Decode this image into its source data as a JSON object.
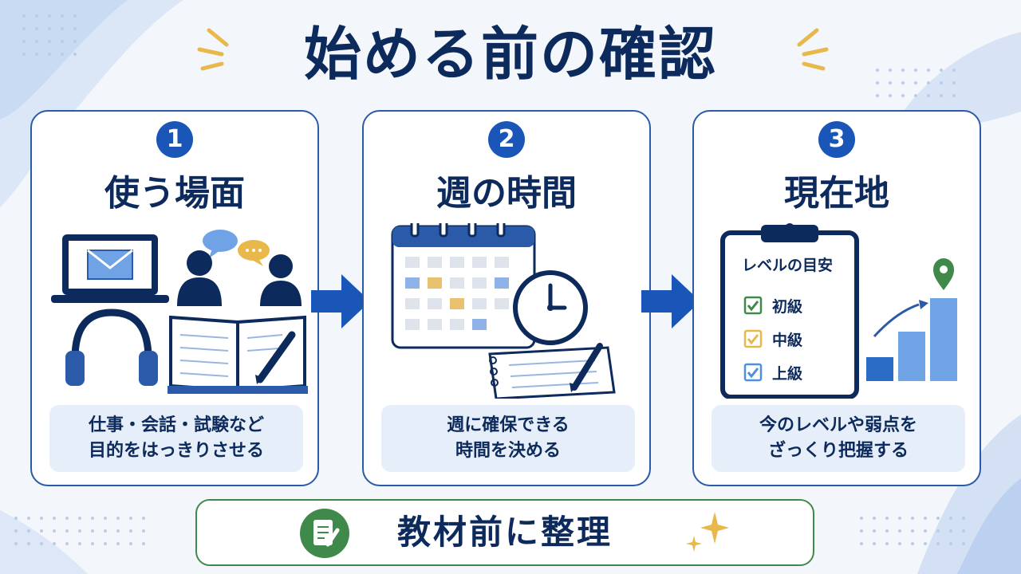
{
  "title": "始める前の確認",
  "cards": [
    {
      "number": "1",
      "title": "使う場面",
      "desc_line1": "仕事・会話・試験など",
      "desc_line2": "目的をはっきりさせる"
    },
    {
      "number": "2",
      "title": "週の時間",
      "desc_line1": "週に確保できる",
      "desc_line2": "時間を決める"
    },
    {
      "number": "3",
      "title": "現在地",
      "desc_line1": "今のレベルや弱点を",
      "desc_line2": "ざっくり把握する",
      "checklist": {
        "heading": "レベルの目安",
        "items": [
          "初級",
          "中級",
          "上級"
        ]
      }
    }
  ],
  "footer": {
    "label": "教材前に整理"
  },
  "colors": {
    "navy": "#0d2a5c",
    "blue": "#1a56b8",
    "light_blue": "#e6eefa",
    "green": "#3f8a4a",
    "gold": "#e8b84a"
  },
  "icons": [
    "envelope-icon",
    "laptop-icon",
    "conversation-icon",
    "headphones-icon",
    "open-book-icon",
    "pen-icon",
    "calendar-icon",
    "clock-icon",
    "notepad-icon",
    "clipboard-icon",
    "checkbox-icon",
    "location-pin-icon",
    "bar-chart-icon",
    "arrow-right-icon",
    "sparkle-icon",
    "notebook-icon"
  ]
}
